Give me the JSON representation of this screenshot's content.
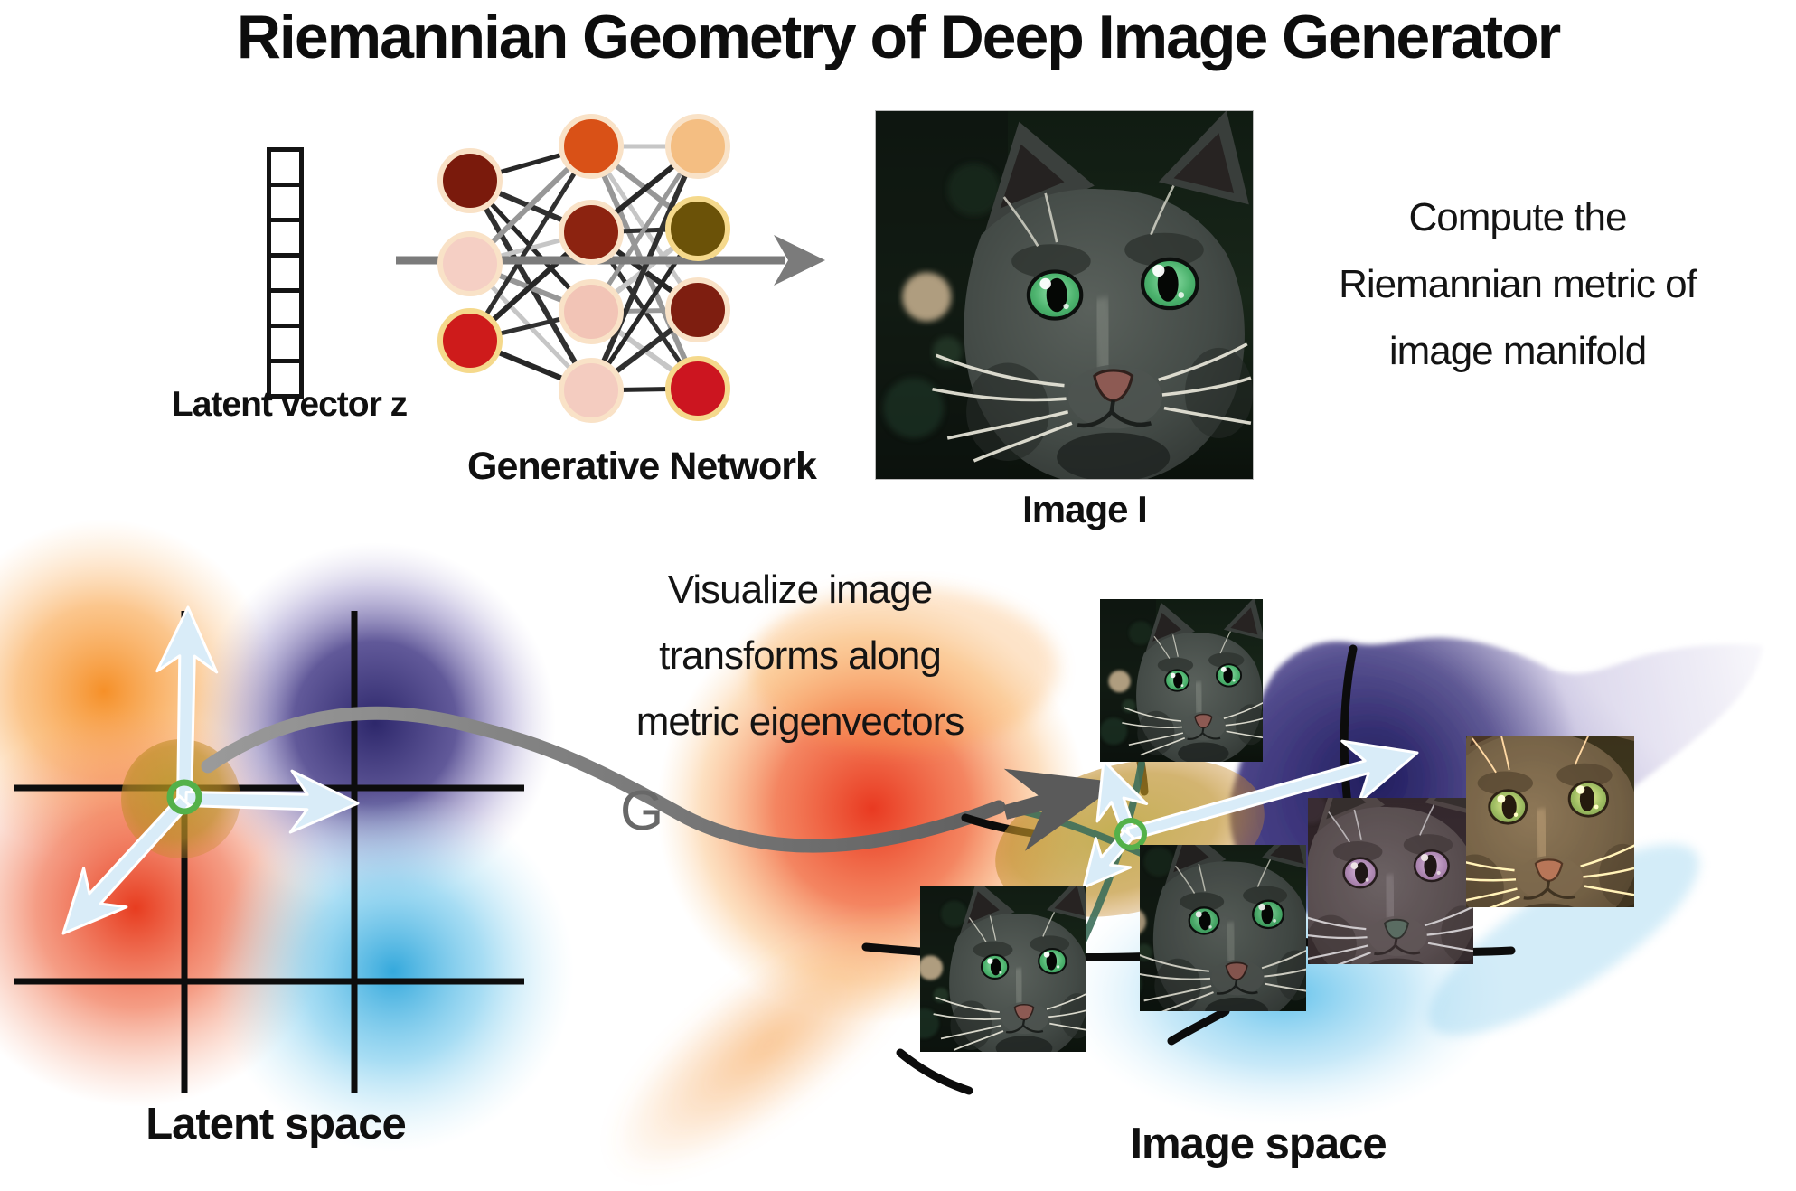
{
  "title": "Riemannian Geometry of Deep Image Generator",
  "top": {
    "latent_vector": {
      "label": "Latent vector z",
      "cells": 7
    },
    "network": {
      "label": "Generative Network",
      "arrow_color": "#7b7b7b",
      "layers": [
        [
          {
            "fill": "#7a1a0c",
            "ring": "#f9e2c7"
          },
          {
            "fill": "#f5cfc4",
            "ring": "#f9e2c7"
          },
          {
            "fill": "#ce1b1b",
            "ring": "#f5d98c"
          }
        ],
        [
          {
            "fill": "#d95117",
            "ring": "#f9e2c7"
          },
          {
            "fill": "#8c2310",
            "ring": "#f9e2c7"
          },
          {
            "fill": "#f2c4b6",
            "ring": "#f9e2c7"
          },
          {
            "fill": "#f4ccc0",
            "ring": "#f9e2c7"
          }
        ],
        [
          {
            "fill": "#f4be82",
            "ring": "#f9e2c7"
          },
          {
            "fill": "#6b5208",
            "ring": "#f5d98c"
          },
          {
            "fill": "#7e1e10",
            "ring": "#f9e2c7"
          },
          {
            "fill": "#cc1520",
            "ring": "#f5d98c"
          }
        ]
      ]
    },
    "image_i": {
      "label": "Image I"
    },
    "compute_note": {
      "lines": [
        "Compute the",
        "Riemannian metric of",
        "image manifold"
      ]
    }
  },
  "bottom": {
    "visualize_note": {
      "lines": [
        "Visualize image",
        "transforms along",
        "metric eigenvectors"
      ]
    },
    "g_label": "G",
    "latent_space_label": "Latent space",
    "image_space_label": "Image space",
    "colors": {
      "eigen_arrow": "#d9ecf8",
      "eigen_arrow_outline": "#ffffff",
      "g_arrow": "#5a5a5a",
      "origin_ring": "#53b14a",
      "metric_disc": "#b1951c",
      "grid_line": "#0d0d0d",
      "manifold_curve": "#3e6f5b",
      "latent_blobs": [
        "#f58a1d",
        "#e63214",
        "#221c63",
        "#1e9fd8"
      ],
      "image_blobs": [
        "#e8331a",
        "#2a2370",
        "#49b8e8"
      ]
    }
  },
  "cat": {
    "eye_color": "#5ec47e",
    "fur_color": "#434a46"
  }
}
